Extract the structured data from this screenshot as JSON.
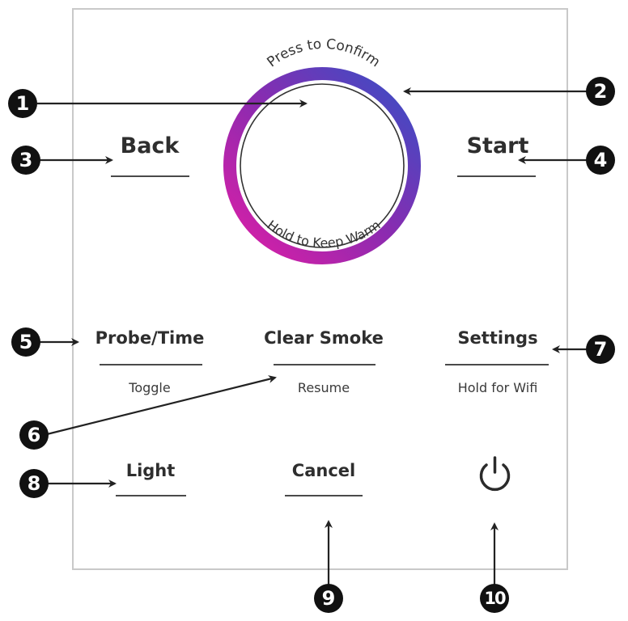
{
  "dial": {
    "top_caption": "Press to Confirm",
    "bottom_caption": "Hold to Keep Warm",
    "ring_colors": {
      "magenta": "#d61fa8",
      "purple": "#7a2bb3",
      "blue": "#3a4fc4"
    }
  },
  "buttons": {
    "back": {
      "label": "Back"
    },
    "start": {
      "label": "Start"
    },
    "probe_time": {
      "label": "Probe/Time",
      "sub": "Toggle"
    },
    "clear_smoke": {
      "label": "Clear Smoke",
      "sub": "Resume"
    },
    "settings": {
      "label": "Settings",
      "sub": "Hold for Wifi"
    },
    "light": {
      "label": "Light"
    },
    "cancel": {
      "label": "Cancel"
    },
    "power": {
      "icon": "power-icon"
    }
  },
  "callouts": [
    "1",
    "2",
    "3",
    "4",
    "5",
    "6",
    "7",
    "8",
    "9",
    "10"
  ]
}
